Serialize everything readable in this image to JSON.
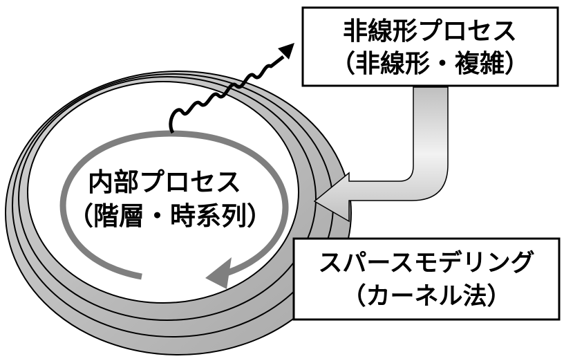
{
  "inner": {
    "line1": "内部プロセス",
    "line2": "（階層・時系列）"
  },
  "nonlinear_box": {
    "line1": "非線形プロセス",
    "line2": "（非線形・複雑）"
  },
  "sparse_box": {
    "line1": "スパースモデリング",
    "line2": "（カーネル法）"
  },
  "icons": {
    "squiggle": "wavy-arrow-icon",
    "cycle": "circular-arrow-icon",
    "bent": "bent-arrow-icon"
  },
  "colors": {
    "ring_fill": "#c8c8c8",
    "ring_stroke": "#000000",
    "cycle_arrow": "#7f7f7f",
    "bent_arrow_fill": "#d9d9d9"
  }
}
